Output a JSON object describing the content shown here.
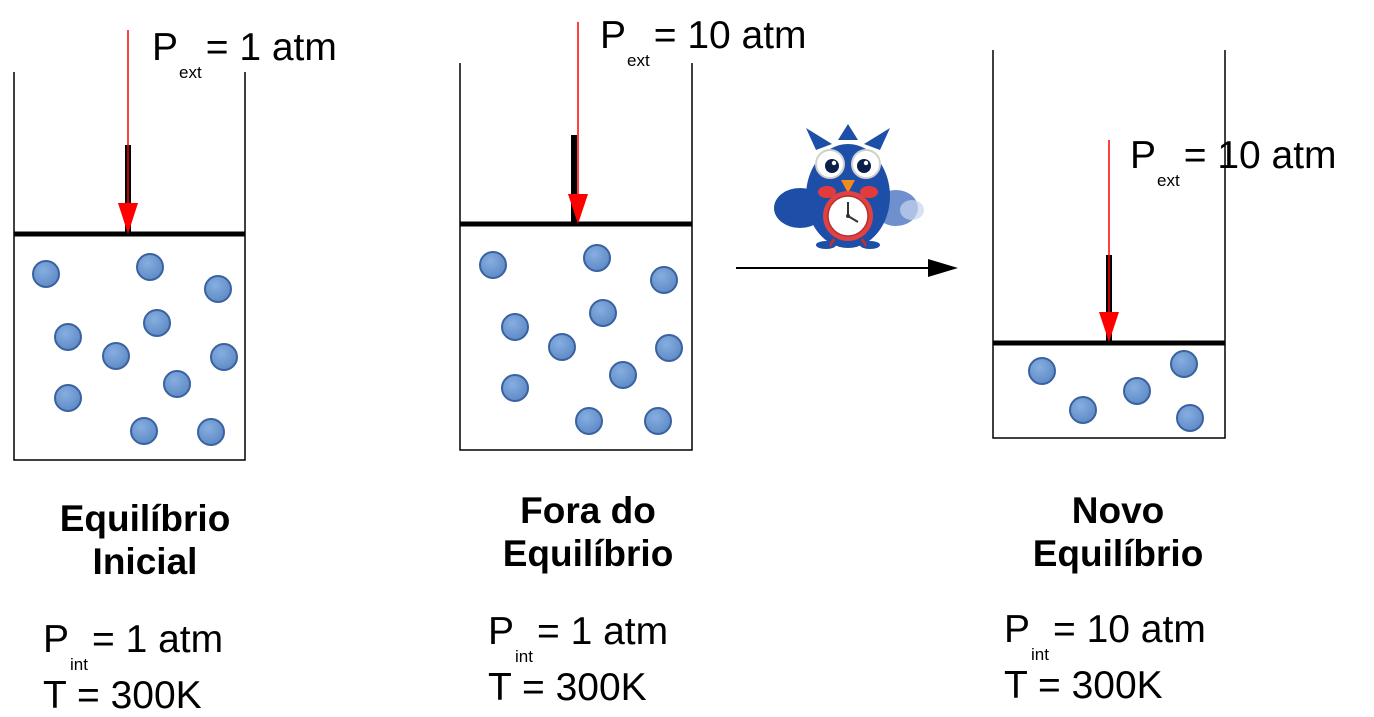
{
  "states": [
    {
      "title_line1": "Equilíbrio",
      "title_line2": "Inicial",
      "pext_symbol": "P",
      "pext_sub": "ext",
      "pext_value": "= 1 atm",
      "pint_symbol": "P",
      "pint_sub": "int",
      "pint_value": "= 1 atm",
      "temperature": "T = 300K"
    },
    {
      "title_line1": "Fora do",
      "title_line2": "Equilíbrio",
      "pext_symbol": "P",
      "pext_sub": "ext",
      "pext_value": "= 10 atm",
      "pint_symbol": "P",
      "pint_sub": "int",
      "pint_value": "= 1 atm",
      "temperature": "T = 300K"
    },
    {
      "title_line1": "Novo",
      "title_line2": "Equilíbrio",
      "pext_symbol": "P",
      "pext_sub": "ext",
      "pext_value": "= 10 atm",
      "pint_symbol": "P",
      "pint_sub": "int",
      "pint_value": "= 10 atm",
      "temperature": "T = 300K"
    }
  ],
  "colors": {
    "arrow": "#ff0000",
    "molecule_fill": "#6a95cc",
    "molecule_stroke": "#3a62a0",
    "piston": "#000000",
    "owl_blue": "#1e4fa8"
  },
  "icons": {
    "mascot": "owl-with-alarm-clock-icon"
  }
}
